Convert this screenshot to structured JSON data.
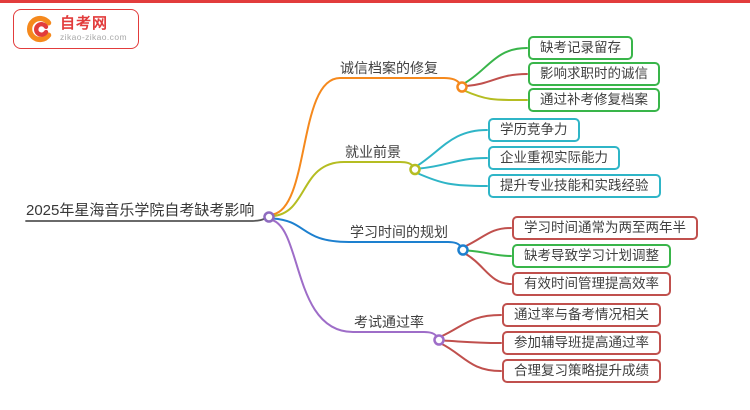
{
  "page": {
    "top_bar_color": "#e23c3c"
  },
  "brand": {
    "name": "自考网",
    "domain": "zikao-zikao.com",
    "color": "#e23c3c"
  },
  "root": {
    "label": "2025年星海音乐学院自考缺考影响",
    "node_color": "#8e6bbf"
  },
  "branches": [
    {
      "label": "诚信档案的修复",
      "color": "#f5891d",
      "children": [
        {
          "label": "缺考记录留存",
          "border_color": "#39b54a",
          "line_color": "#39b54a"
        },
        {
          "label": "影响求职时的诚信",
          "border_color": "#39b54a",
          "line_color": "#c0504d"
        },
        {
          "label": "通过补考修复档案",
          "border_color": "#39b54a",
          "line_color": "#b5bd22"
        }
      ]
    },
    {
      "label": "就业前景",
      "color": "#b5bd22",
      "children": [
        {
          "label": "学历竞争力",
          "border_color": "#2fb5c7",
          "line_color": "#2fb5c7"
        },
        {
          "label": "企业重视实际能力",
          "border_color": "#2fb5c7",
          "line_color": "#2fb5c7"
        },
        {
          "label": "提升专业技能和实践经验",
          "border_color": "#2fb5c7",
          "line_color": "#2fb5c7"
        }
      ]
    },
    {
      "label": "学习时间的规划",
      "color": "#1d80cf",
      "children": [
        {
          "label": "学习时间通常为两至两年半",
          "border_color": "#c0504d",
          "line_color": "#c0504d"
        },
        {
          "label": "缺考导致学习计划调整",
          "border_color": "#39b54a",
          "line_color": "#39b54a"
        },
        {
          "label": "有效时间管理提高效率",
          "border_color": "#c0504d",
          "line_color": "#c0504d"
        }
      ]
    },
    {
      "label": "考试通过率",
      "color": "#9e6dc8",
      "children": [
        {
          "label": "通过率与备考情况相关",
          "border_color": "#c0504d",
          "line_color": "#c0504d"
        },
        {
          "label": "参加辅导班提高通过率",
          "border_color": "#c0504d",
          "line_color": "#c0504d"
        },
        {
          "label": "合理复习策略提升成绩",
          "border_color": "#c0504d",
          "line_color": "#c0504d"
        }
      ]
    }
  ]
}
